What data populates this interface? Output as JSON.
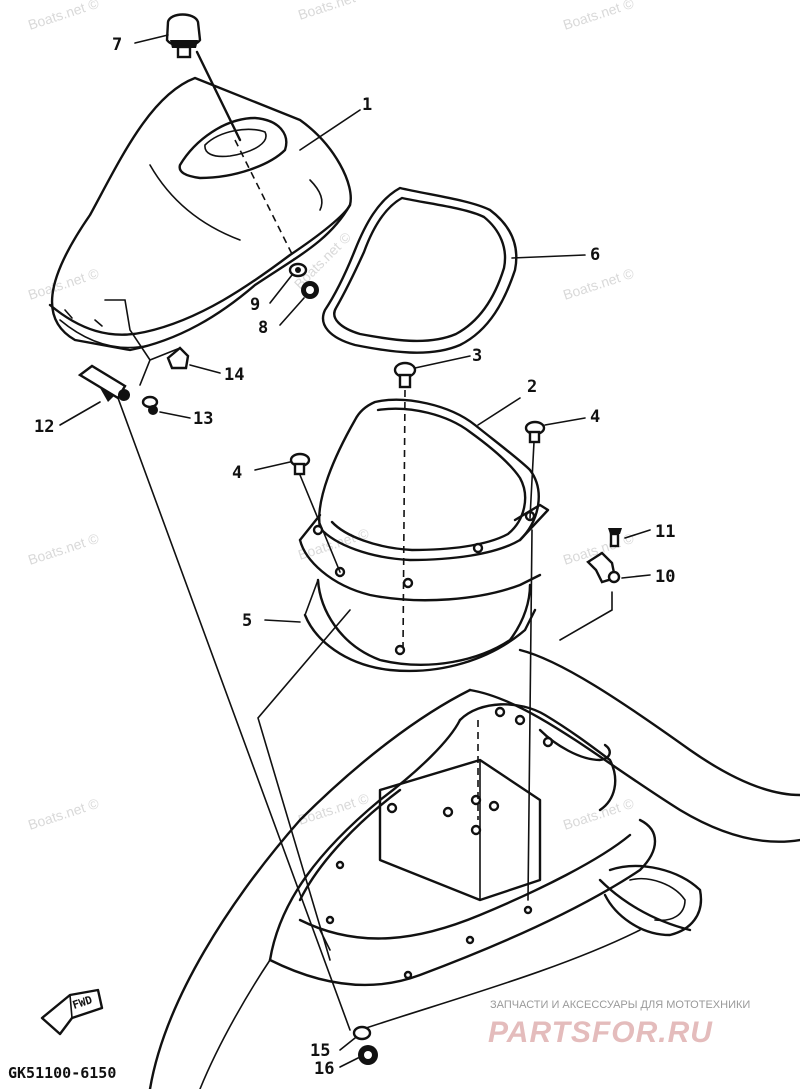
{
  "diagram_code": "GK51100-6150",
  "watermark_text": "Boats.net ©",
  "fwd_label": "FWD",
  "shop": {
    "tagline": "ЗАПЧАСТИ И АКСЕССУАРЫ ДЛЯ МОТОТЕХНИКИ",
    "logo": "PARTSFOR.RU"
  },
  "callouts": [
    "1",
    "2",
    "3",
    "4",
    "4",
    "5",
    "6",
    "7",
    "8",
    "9",
    "10",
    "11",
    "12",
    "13",
    "14",
    "15",
    "16"
  ],
  "colors": {
    "line": "#111111",
    "watermark": "#d9d9d9",
    "logo": "#e4bcbc"
  }
}
